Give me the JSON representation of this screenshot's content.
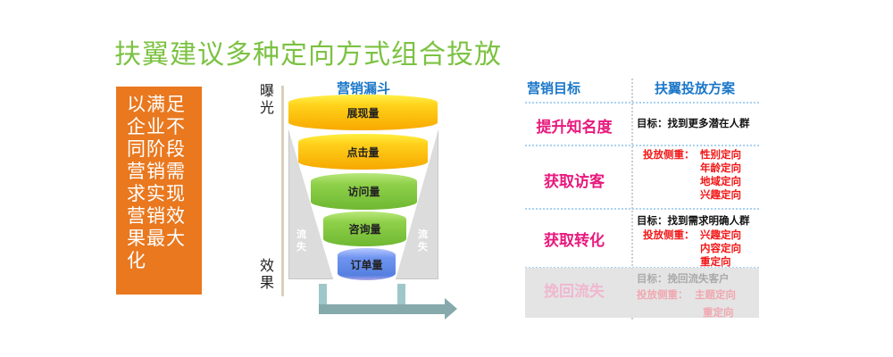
{
  "title": "扶翼建议多种定向方式组合投放",
  "left_box": {
    "lines": [
      "以满足",
      "企业不",
      "同阶段",
      "营销需",
      "求实现",
      "营销效",
      "果最大",
      "化"
    ]
  },
  "funnel": {
    "title": "营销漏斗",
    "top_label": "曝光",
    "bottom_label": "效果",
    "loss_label": "流失",
    "levels": [
      "展现量",
      "点击量",
      "访问量",
      "咨询量",
      "订单量"
    ]
  },
  "table": {
    "headers": [
      "营销目标",
      "扶翼投放方案"
    ],
    "rows": [
      {
        "goal": "提升知名度",
        "target": "目标：找到更多潜在人群",
        "focus_label": "",
        "focus": []
      },
      {
        "goal": "获取访客",
        "target": "",
        "focus_label": "投放侧重：",
        "focus": [
          "性别定向",
          "年龄定向",
          "地域定向",
          "兴趣定向"
        ]
      },
      {
        "goal": "获取转化",
        "target": "目标：找到需求明确人群",
        "focus_label": "投放侧重：",
        "focus": [
          "兴趣定向",
          "内容定向",
          "重定向"
        ]
      },
      {
        "goal": "挽回流失",
        "target": "目标：挽回流失客户",
        "focus_label": "投放侧重：",
        "focus": [
          "主题定向",
          "重定向"
        ]
      }
    ]
  },
  "colors": {
    "title": "#7cc242",
    "box": "#e9781f",
    "blue": "#1b77c9",
    "pink": "#e8197d",
    "red": "#f21616"
  }
}
